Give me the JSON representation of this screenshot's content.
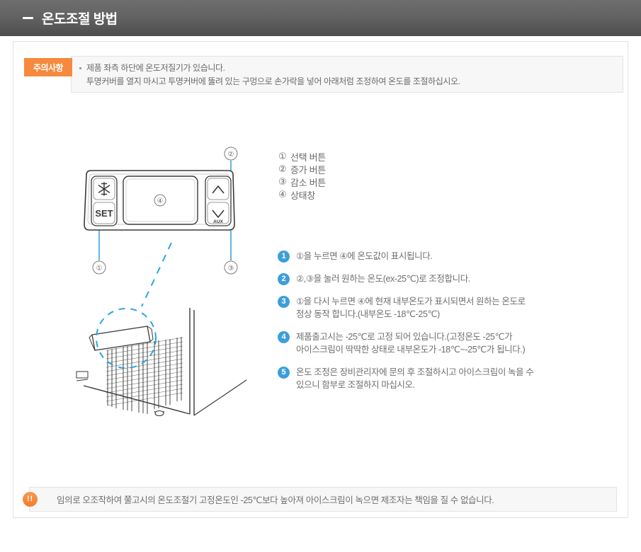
{
  "header": {
    "title": "온도조절 방법",
    "dash_icon": "dash-icon"
  },
  "notice": {
    "badge": "주의사항",
    "line1": "제품 좌측 하단에 온도저질기가 있습니다.",
    "line2": "투명커버를 열지 마시고 투명커버에 뚫려 있는 구멍으로 손가락을 넣어 아래처럼 조정하여 온도를 조절하십시오."
  },
  "panel": {
    "set_label": "SET",
    "snowflake_icon": "snowflake-icon",
    "up_icon": "arrow-up-icon",
    "down_icon": "arrow-down-icon",
    "aux_label": "AUX",
    "callout_1": "①",
    "callout_2": "②",
    "callout_3": "③",
    "callout_4": "④"
  },
  "legend": [
    {
      "num": "①",
      "label": "선택 버튼"
    },
    {
      "num": "②",
      "label": "증가 버튼"
    },
    {
      "num": "③",
      "label": "감소 버튼"
    },
    {
      "num": "④",
      "label": "상태창"
    }
  ],
  "steps": [
    {
      "num": "1",
      "line1": "①을 누르면 ④에 온도값이 표시됩니다.",
      "line2": ""
    },
    {
      "num": "2",
      "line1": "②,③을 눌러 원하는 온도(ex-25℃)로 조정합니다.",
      "line2": ""
    },
    {
      "num": "3",
      "line1": "①을 다시 누르면 ④에 현재 내부온도가 표시되면서 원하는 온도로",
      "line2": "정상 동작 합니다.(내부온도 -18℃-25℃)"
    },
    {
      "num": "4",
      "line1": "제품출고시는 -25℃로 고정 되어 있습니다.(고정온도 -25℃가",
      "line2": "아이스크림이 딱딱한 상태로 내부온도가 -18℃~-25℃가 됩니다.)"
    },
    {
      "num": "5",
      "line1": "온도 조정은 장비관리자에 문의 후 조절하시고 아이스크림이 녹을 수",
      "line2": "있으니 함부로 조절하지 마십시오."
    }
  ],
  "warning": {
    "badge": "!!",
    "text": "임의로 오조작하여 쭐고시의 온도조절기 고정온도인 -25℃보다 높아져 아이스크림이 녹으면 제조자는 책임을 질 수 없습니다."
  },
  "colors": {
    "accent_orange": "#f5893d",
    "accent_blue": "#3d9fd8",
    "header_gray": "#636363",
    "text_gray": "#6f6f6f"
  }
}
